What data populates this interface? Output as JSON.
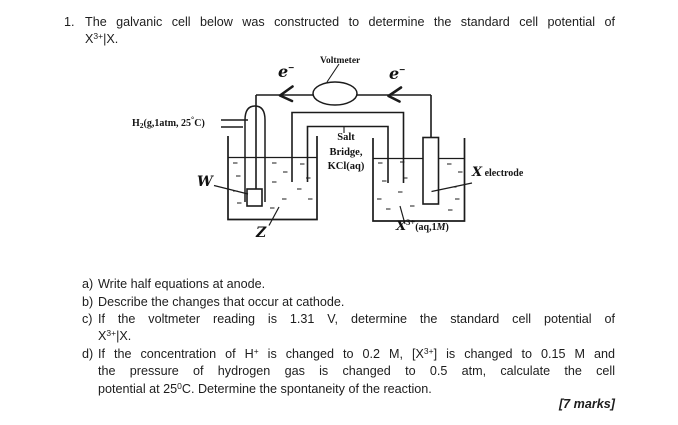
{
  "colors": {
    "ink": "#1b1b1b",
    "paper": "#ffffff"
  },
  "question": {
    "number": "1.",
    "intro": "The galvanic cell below was constructed to determine the standard cell potential of",
    "formula_x": "X",
    "formula_sup": "3+",
    "formula_rest": "|X."
  },
  "diagram": {
    "voltmeter": "Voltmeter",
    "electron": "e",
    "electron_sign": "−",
    "h2_h": "H",
    "h2_sub": "2",
    "h2_mid": "(g,1atm, 25",
    "h2_deg": "°",
    "h2_end": "C)",
    "salt1": "Salt",
    "salt2": "Bridge,",
    "salt3": "KCl(aq)",
    "w": "W",
    "z": "Z",
    "xel_x": "X",
    "xel_rest": "electrode",
    "xion_x": "X",
    "xion_sup": "3+",
    "xion_mid": "(aq,1",
    "xion_m": "M",
    "xion_end": ")"
  },
  "parts": {
    "a": {
      "label": "a)",
      "text": "Write half equations at anode."
    },
    "b": {
      "label": "b)",
      "text": "Describe the changes that occur at cathode."
    },
    "c": {
      "label": "c)",
      "line1": "If the voltmeter reading is 1.31 V, determine the standard cell potential of",
      "x": "X",
      "sup": "3+",
      "rest": "|X."
    },
    "d": {
      "label": "d)",
      "l1a": "If the concentration of H",
      "l1sup1": "+",
      "l1b": " is changed to 0.2 M, [X",
      "l1sup2": "3+",
      "l1c": "] is changed to 0.15 M and",
      "l2": "the pressure of hydrogen gas is changed to 0.5 atm, calculate the cell",
      "l3a": "potential at 25",
      "l3sup": "0",
      "l3b": "C. Determine the spontaneity of the reaction."
    }
  },
  "marks": "[7 marks]"
}
